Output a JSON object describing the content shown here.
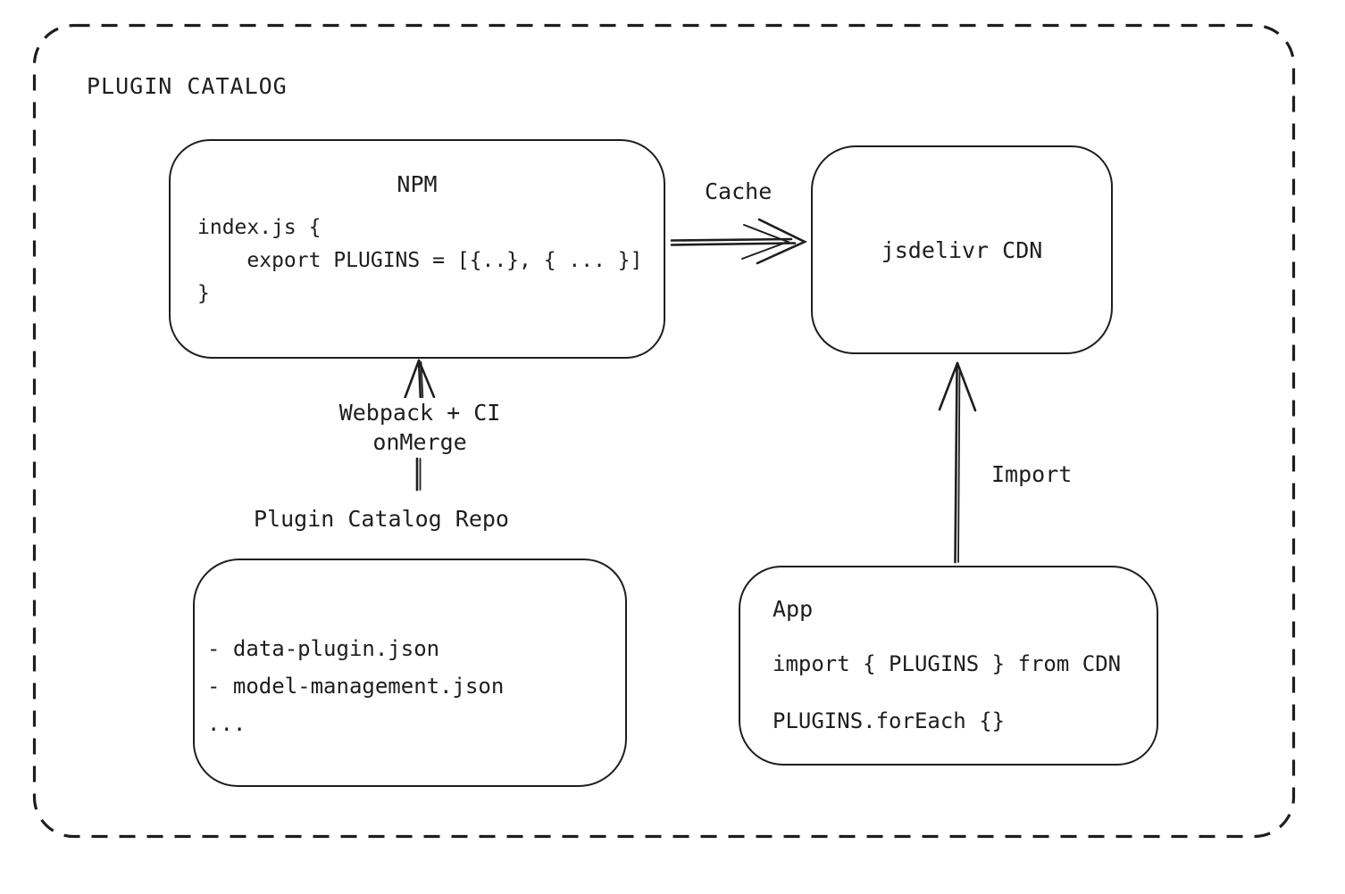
{
  "diagram": {
    "title": "PLUGIN CATALOG",
    "colors": {
      "stroke": "#1e1e1e",
      "background": "#ffffff"
    },
    "nodes": {
      "npm": {
        "title": "NPM",
        "code": "index.js {\n    export PLUGINS = [{..}, { ... }]\n}"
      },
      "cdn": {
        "title": "jsdelivr CDN"
      },
      "repo": {
        "heading": "Plugin Catalog Repo",
        "files": "- data-plugin.json\n- model-management.json\n..."
      },
      "app": {
        "title": "App",
        "import_line": "import { PLUGINS } from CDN",
        "foreach_line": "PLUGINS.forEach {}"
      }
    },
    "edges": {
      "cache": {
        "label": "Cache",
        "from": "NPM",
        "to": "jsdelivr CDN"
      },
      "build": {
        "label_line1": "Webpack + CI",
        "label_line2": "onMerge",
        "from": "Plugin Catalog Repo",
        "to": "NPM"
      },
      "import": {
        "label": "Import",
        "from": "App",
        "to": "jsdelivr CDN"
      }
    }
  }
}
